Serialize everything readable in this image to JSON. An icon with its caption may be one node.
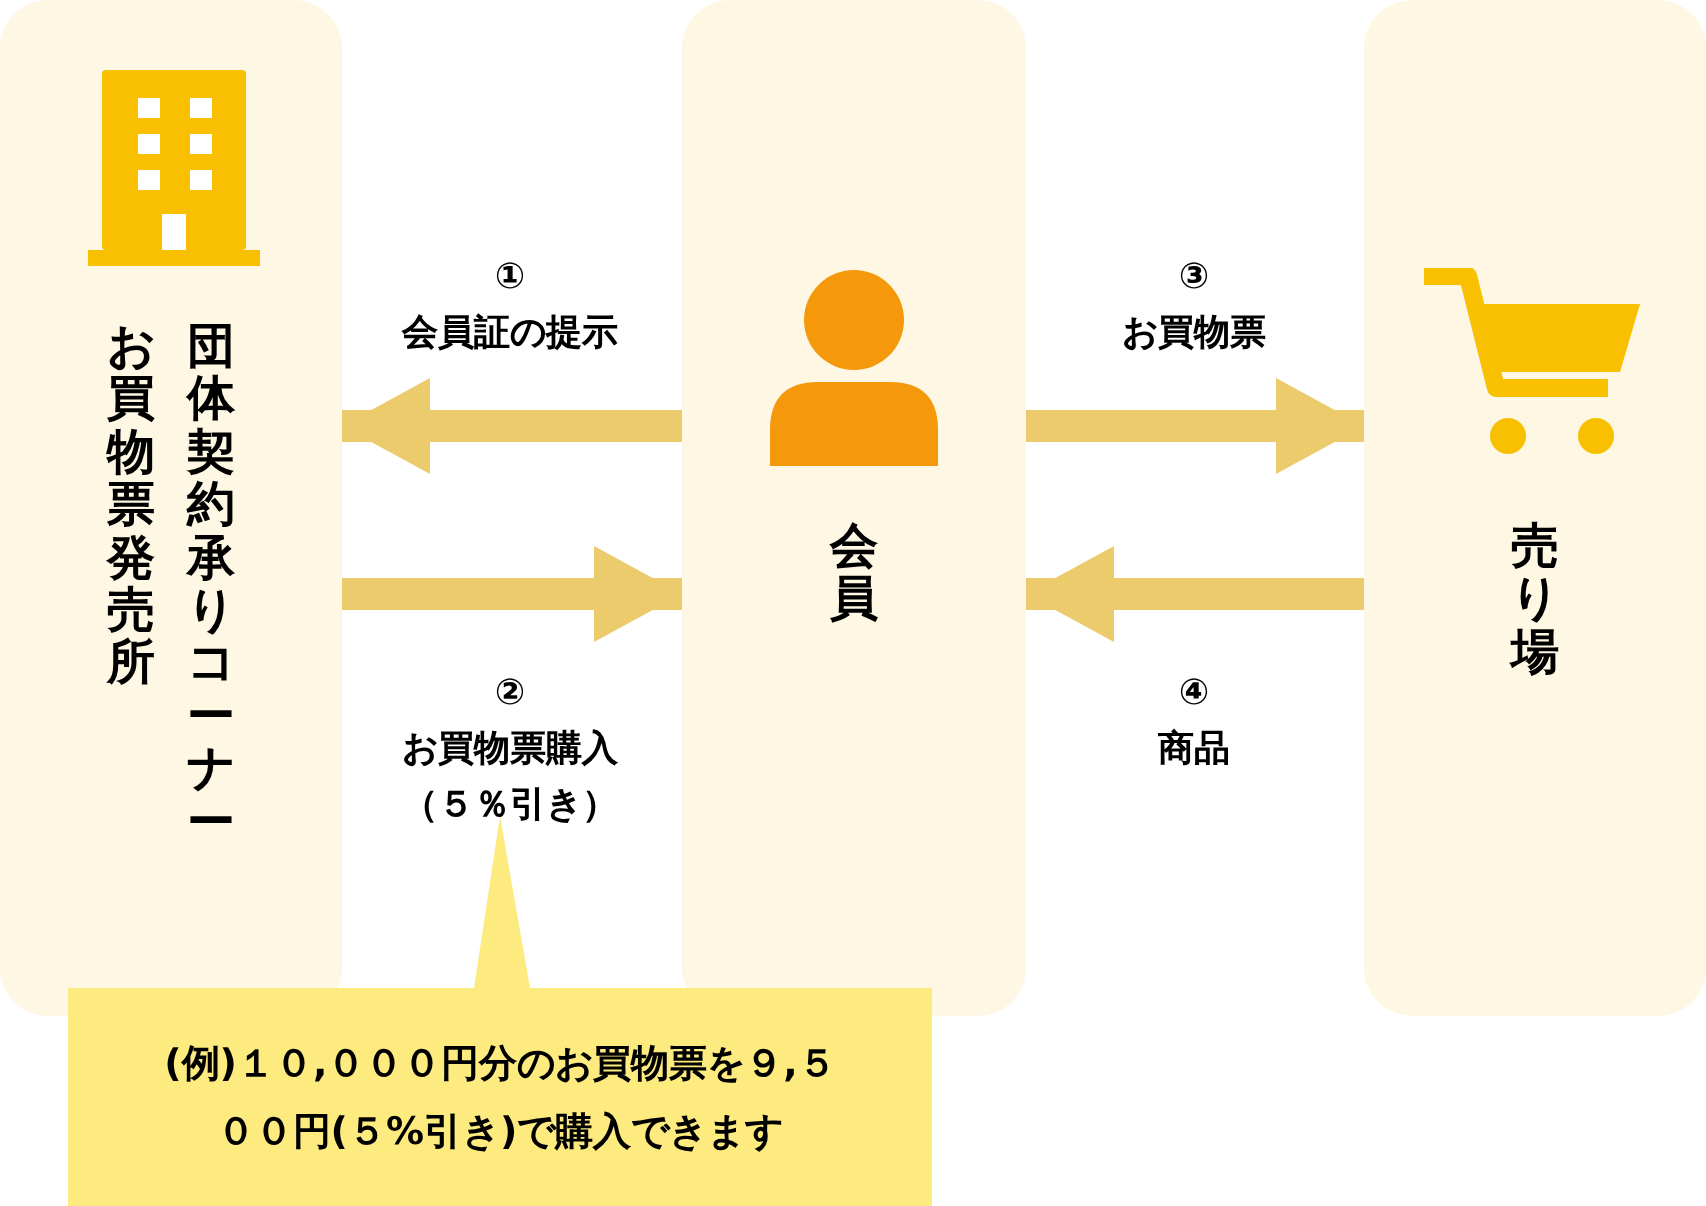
{
  "diagram": {
    "nodes": [
      {
        "text": [
          "お買物票発売所",
          "団体契約承りコーナー"
        ]
      },
      {
        "text": [
          "会員"
        ]
      },
      {
        "text": [
          "売り場"
        ]
      },
      {
        "text": [
          "(例)１０,０００円分のお買物票を９,５００円(５%引き)で購入できます"
        ]
      }
    ],
    "edges": [
      {
        "from": 1,
        "to": 0,
        "arrow": "to",
        "label": "会員証の提示"
      },
      {
        "from": 0,
        "to": 1,
        "arrow": "to",
        "label": "お買物票購入（５％引き）"
      },
      {
        "from": 1,
        "to": 2,
        "arrow": "to",
        "label": "お買物票"
      },
      {
        "from": 2,
        "to": 1,
        "arrow": "to",
        "label": "商品"
      },
      {
        "from": 3,
        "to": null,
        "arrow": "to"
      }
    ],
    "labels": [
      "①",
      "③",
      "②",
      "④"
    ]
  }
}
